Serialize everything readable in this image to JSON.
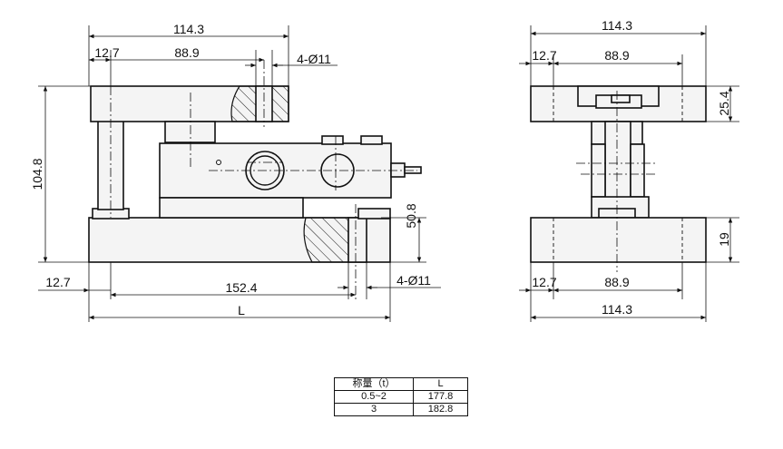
{
  "front_view": {
    "dim_top_width": "114.3",
    "dim_left_offset": "12.7",
    "dim_hole_spacing": "88.9",
    "dim_top_holes": "4-Ø11",
    "dim_total_height": "104.8",
    "dim_base_height": "50.8",
    "dim_bottom_offset": "12.7",
    "dim_bottom_spacing": "152.4",
    "dim_bottom_holes": "4-Ø11",
    "dim_length": "L"
  },
  "side_view": {
    "dim_top_width": "114.3",
    "dim_top_offset": "12.7",
    "dim_top_spacing": "88.9",
    "dim_top_plate_height": "25.4",
    "dim_base_plate_height": "19",
    "dim_bottom_offset": "12.7",
    "dim_bottom_spacing": "88.9",
    "dim_bottom_width": "114.3"
  },
  "spec_table": {
    "header": [
      "称量（t）",
      "L"
    ],
    "rows": [
      [
        "0.5~2",
        "177.8"
      ],
      [
        "3",
        "182.8"
      ]
    ]
  }
}
